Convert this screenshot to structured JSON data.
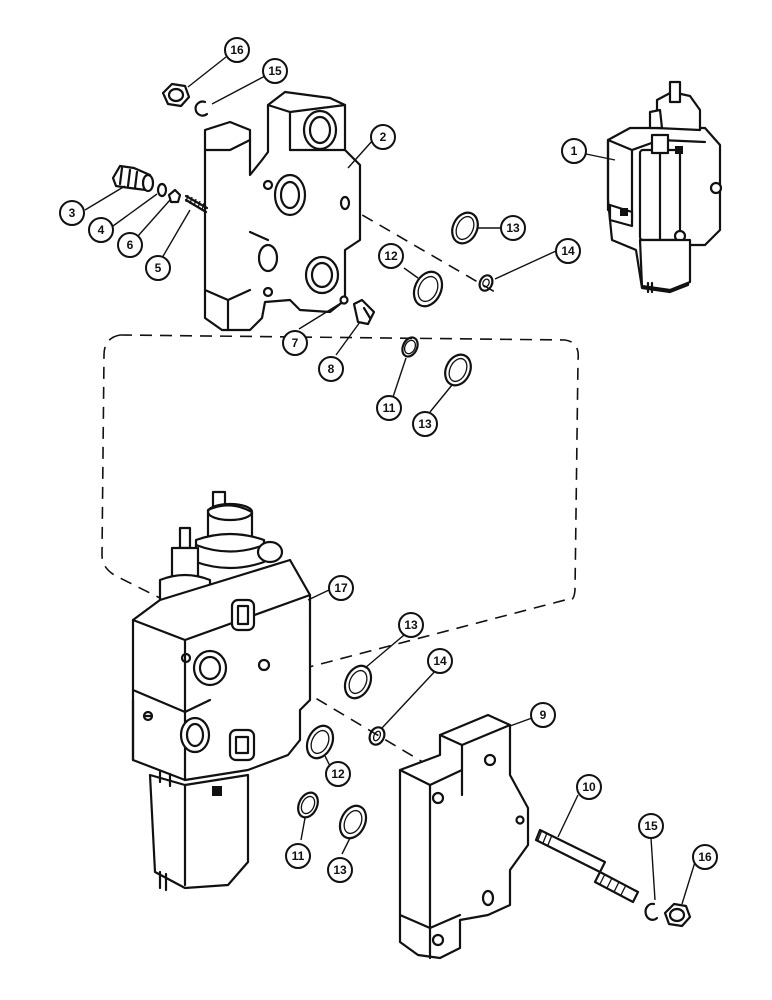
{
  "diagram": {
    "callouts": [
      {
        "id": "c16a",
        "label": "16"
      },
      {
        "id": "c15a",
        "label": "15"
      },
      {
        "id": "c2",
        "label": "2"
      },
      {
        "id": "c1",
        "label": "1"
      },
      {
        "id": "c3",
        "label": "3"
      },
      {
        "id": "c4",
        "label": "4"
      },
      {
        "id": "c6",
        "label": "6"
      },
      {
        "id": "c5",
        "label": "5"
      },
      {
        "id": "c13a",
        "label": "13"
      },
      {
        "id": "c12a",
        "label": "12"
      },
      {
        "id": "c14a",
        "label": "14"
      },
      {
        "id": "c7",
        "label": "7"
      },
      {
        "id": "c8",
        "label": "8"
      },
      {
        "id": "c11a",
        "label": "11"
      },
      {
        "id": "c13b",
        "label": "13"
      },
      {
        "id": "c17",
        "label": "17"
      },
      {
        "id": "c13c",
        "label": "13"
      },
      {
        "id": "c14b",
        "label": "14"
      },
      {
        "id": "c9",
        "label": "9"
      },
      {
        "id": "c12b",
        "label": "12"
      },
      {
        "id": "c10",
        "label": "10"
      },
      {
        "id": "c11b",
        "label": "11"
      },
      {
        "id": "c13d",
        "label": "13"
      },
      {
        "id": "c15b",
        "label": "15"
      },
      {
        "id": "c16b",
        "label": "16"
      }
    ]
  }
}
